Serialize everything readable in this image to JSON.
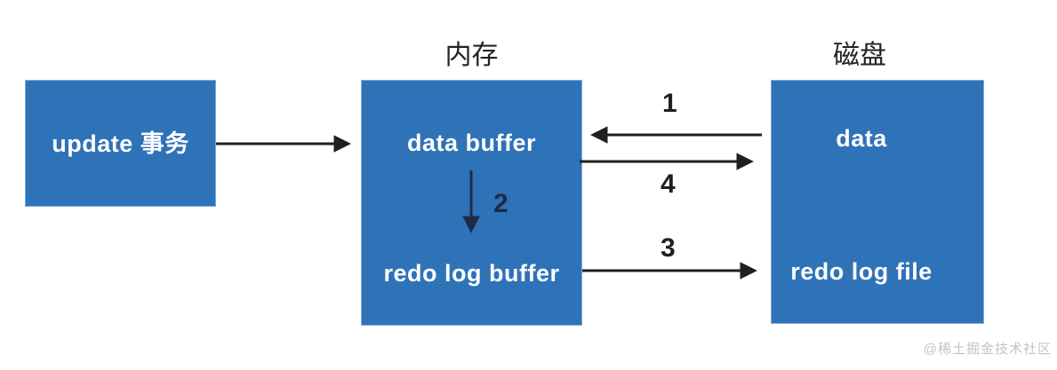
{
  "diagram": {
    "titles": {
      "memory": "内存",
      "disk": "磁盘"
    },
    "update_box": {
      "label": "update 事务"
    },
    "memory_box": {
      "items": {
        "data_buffer": "data buffer",
        "redo_log_buffer": "redo log buffer"
      }
    },
    "disk_box": {
      "items": {
        "data": "data",
        "redo_log_file": "redo log file"
      }
    },
    "step_labels": {
      "step1": "1",
      "step2": "2",
      "step3": "3",
      "step4": "4"
    },
    "colors": {
      "box_blue": "#2E72B8",
      "box_text_white": "#ffffff",
      "arrow_black": "#1f1f1f",
      "inner_arrow_navy": "#1e2a4a",
      "title_black": "#232323",
      "watermark_gray": "#c4c4c4"
    }
  },
  "watermark": "@稀土掘金技术社区"
}
